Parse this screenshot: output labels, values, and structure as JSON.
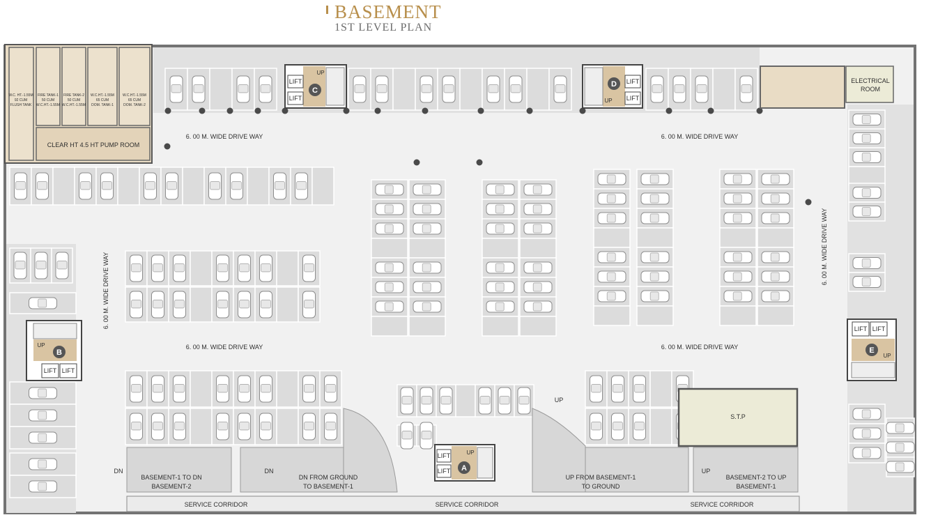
{
  "header": {
    "title": "BASEMENT",
    "subtitle": "1ST LEVEL PLAN"
  },
  "labels": {
    "driveway_top_left": "6. 00 M. WIDE DRIVE WAY",
    "driveway_top_right": "6. 00 M. WIDE DRIVE WAY",
    "driveway_mid_left": "6. 00 M. WIDE DRIVE WAY",
    "driveway_mid_right": "6. 00 M. WIDE DRIVE WAY",
    "driveway_vertical_left": "6. 00 M. WIDE DRIVE WAY",
    "driveway_vertical_right": "6. 00 M. WIDE DRIVE WAY",
    "pump_room": "CLEAR HT 4.5 HT PUMP ROOM",
    "electrical_room_1": "ELECTRICAL",
    "electrical_room_2": "ROOM",
    "stp": "S.T.P",
    "service_corridor_1": "SERVICE CORRIDOR",
    "service_corridor_2": "SERVICE CORRIDOR",
    "service_corridor_3": "SERVICE CORRIDOR",
    "ramp_b1_b2_line1": "BASEMENT-1 TO DN",
    "ramp_b1_b2_line2": "BASEMENT-2",
    "ramp_ground_b1_line1": "DN FROM GROUND",
    "ramp_ground_b1_line2": "TO BASEMENT-1",
    "ramp_b1_ground_line1": "UP FROM BASEMENT-1",
    "ramp_b1_ground_line2": "TO GROUND",
    "ramp_b2_b1_line1": "BASEMENT-2 TO UP",
    "ramp_b2_b1_line2": "BASEMENT-1",
    "dn_1": "DN",
    "dn_2": "DN",
    "up_ramp_1": "UP",
    "up_ramp_2": "UP",
    "lift": "LIFT",
    "up": "UP"
  },
  "tanks": [
    {
      "line1": "W.C. HT.-1.55M",
      "line2": "92 CUM",
      "line3": "FLUSH TANK"
    },
    {
      "line1": "FIRE TANK-1",
      "line2": "50 CUM",
      "line3": "W.C.HT.-1.55M"
    },
    {
      "line1": "FIRE TANK-2",
      "line2": "50 CUM",
      "line3": "W.C.HT.-1.55M"
    },
    {
      "line1": "W.C.HT.-1.55M",
      "line2": "65 CUM",
      "line3": "DOM. TANK-1"
    },
    {
      "line1": "W.C.HT.-1.55M",
      "line2": "65 CUM",
      "line3": "DOM. TANK-2"
    }
  ],
  "cores": [
    {
      "letter": "A"
    },
    {
      "letter": "B"
    },
    {
      "letter": "C"
    },
    {
      "letter": "D"
    },
    {
      "letter": "E"
    }
  ],
  "colors": {
    "accent": "#b88f4c",
    "room": "#e9dcc5",
    "core": "#d9c4a2",
    "stp": "#ecebd7",
    "floor": "#f1f1f1",
    "wall": "#737373",
    "stall": "#dcdcdc"
  }
}
